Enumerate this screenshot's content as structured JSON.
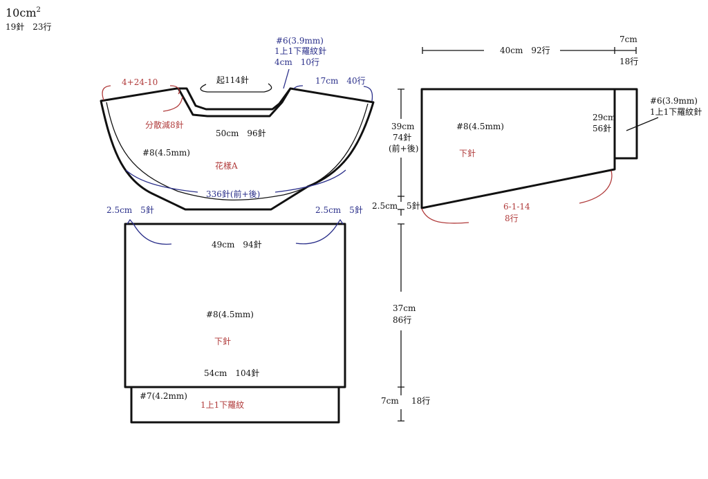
{
  "gauge": {
    "title": "10cm",
    "title_sup": "2",
    "stitches_rows": "19針　23行"
  },
  "yoke": {
    "red_top_left": "4+24-10",
    "needle_rib": "#6(3.9mm)",
    "rib_pattern": "1上1下羅紋針",
    "rib_size": "4cm　10行",
    "cast_on": "起114針",
    "right_side": "17cm　40行",
    "decrease": "分散減8針",
    "width": "50cm　96針",
    "needle_main": "#8(4.5mm)",
    "pattern": "花樣A",
    "bottom": "336針(前+後)"
  },
  "body": {
    "left_shoulder": "2.5cm　5針",
    "right_shoulder": "2.5cm　5針",
    "top_width": "49cm　94針",
    "needle_main": "#8(4.5mm)",
    "stitch": "下針",
    "bottom_width": "54cm　104針",
    "needle_hem": "#7(4.2mm)",
    "hem_pattern": "1上1下羅紋",
    "length": "37cm",
    "length_rows": "86行",
    "hem_length": "7cm",
    "hem_rows": "18行"
  },
  "sleeve": {
    "length": "40cm　92行",
    "cuff_length": "7cm",
    "cuff_rows": "18行",
    "height": "39cm",
    "height_sts": "74針",
    "height_note": "(前+後)",
    "needle_main": "#8(4.5mm)",
    "stitch": "下針",
    "cuff_width": "29cm",
    "cuff_sts": "56針",
    "needle_cuff": "#6(3.9mm)",
    "cuff_pattern": "1上1下羅紋針",
    "bottom_edge": "2.5cm",
    "bottom_edge_sts": "5針",
    "decrease": "6-1-14",
    "decrease_rows": "8行"
  }
}
